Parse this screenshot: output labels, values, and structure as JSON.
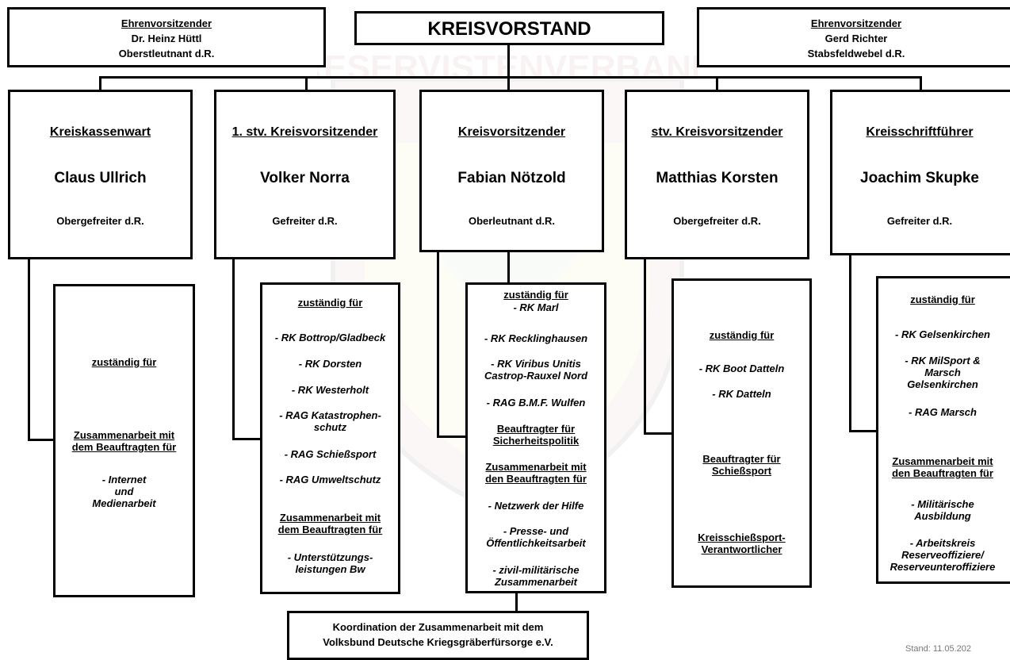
{
  "title": "KREISVORSTAND",
  "watermark_text": "RESERVISTENVERBAND",
  "honorary": [
    {
      "heading": "Ehrenvorsitzender",
      "name": "Dr. Heinz Hüttl",
      "rank": "Oberstleutnant d.R."
    },
    {
      "heading": "Ehrenvorsitzender",
      "name": "Gerd Richter",
      "rank": "Stabsfeldwebel d.R."
    }
  ],
  "members": [
    {
      "role": "Kreiskassenwart",
      "name": "Claus Ullrich",
      "rank": "Obergefreiter d.R."
    },
    {
      "role": "1. stv. Kreisvorsitzender",
      "name": "Volker Norra",
      "rank": "Gefreiter d.R."
    },
    {
      "role": "Kreisvorsitzender",
      "name": "Fabian Nötzold",
      "rank": "Oberleutnant d.R."
    },
    {
      "role": "stv. Kreisvorsitzender",
      "name": "Matthias Korsten",
      "rank": "Obergefreiter d.R."
    },
    {
      "role": "Kreisschriftführer",
      "name": "Joachim Skupke",
      "rank": "Gefreiter d.R."
    }
  ],
  "responsibilities": {
    "col1": {
      "heading": "zuständig für",
      "coop_heading": "Zusammenarbeit mit\ndem Beauftragten für",
      "coop_items": [
        "- Internet\nund\nMedienarbeit"
      ]
    },
    "col2": {
      "heading": "zuständig für",
      "items": [
        "- RK Bottrop/Gladbeck",
        "- RK Dorsten",
        "- RK Westerholt",
        "- RAG Katastrophen-\nschutz",
        "- RAG Schießsport",
        "- RAG Umweltschutz"
      ],
      "coop_heading": "Zusammenarbeit mit\ndem Beauftragten für",
      "coop_items": [
        "- Unterstützungs-\nleistungen Bw"
      ]
    },
    "col3": {
      "heading": "zuständig für",
      "items": [
        "- RK Marl",
        "- RK Recklinghausen",
        "- RK Viribus Unitis\nCastrop-Rauxel Nord",
        "- RAG B.M.F. Wulfen"
      ],
      "extra_heading": "Beauftragter für\nSicherheitspolitik",
      "coop_heading": "Zusammenarbeit mit\nden Beauftragten für",
      "coop_items": [
        "- Netzwerk der Hilfe",
        "- Presse- und\nÖffentlichkeitsarbeit",
        "- zivil-militärische\nZusammenarbeit"
      ]
    },
    "col4": {
      "heading": "zuständig für",
      "items": [
        "- RK Boot Datteln",
        "- RK Datteln"
      ],
      "extra_heading": "Beauftragter für\nSchießsport",
      "extra_heading2": "Kreisschießsport-\nVerantwortlicher"
    },
    "col5": {
      "heading": "zuständig für",
      "items": [
        "- RK Gelsenkirchen",
        "- RK MilSport &\nMarsch\nGelsenkirchen",
        "- RAG Marsch"
      ],
      "coop_heading": "Zusammenarbeit mit\nden Beauftragten für",
      "coop_items": [
        "- Militärische\nAusbildung",
        "- Arbeitskreis\nReserveoffiziere/\nReserveunteroffiziere"
      ]
    }
  },
  "coordination": "Koordination der Zusammenarbeit mit dem\nVolksbund Deutsche Kriegsgräberfürsorge e.V.",
  "footer_date": "Stand: 11.05.202"
}
